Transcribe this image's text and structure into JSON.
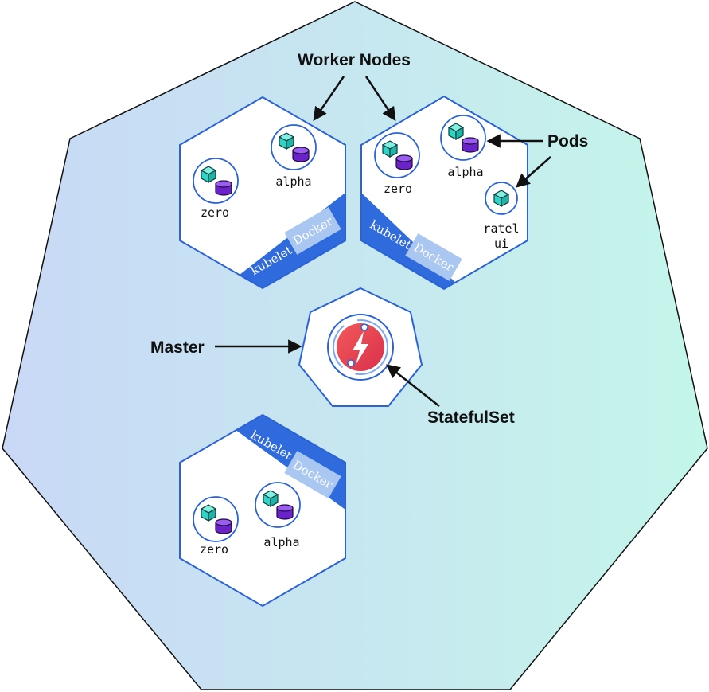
{
  "callouts": {
    "worker_nodes": "Worker Nodes",
    "pods": "Pods",
    "master": "Master",
    "statefulset": "StatefulSet"
  },
  "node_band": {
    "kubelet": "kubelet",
    "docker": "Docker"
  },
  "worker_nodes": [
    {
      "pods": [
        {
          "label": "zero"
        },
        {
          "label": "alpha"
        }
      ]
    },
    {
      "pods": [
        {
          "label": "zero"
        },
        {
          "label": "alpha"
        },
        {
          "label": "ratel",
          "label2": "ui"
        }
      ]
    },
    {
      "pods": [
        {
          "label": "zero"
        },
        {
          "label": "alpha"
        }
      ]
    }
  ],
  "colors": {
    "cluster_fill_left": "#c7d9f5",
    "cluster_fill_right": "#c6f5ea",
    "node_stroke": "#2b63d6",
    "band_fill": "#2f6bdd",
    "docker_fill": "#a9c7f0",
    "cube": "#2ed5c6",
    "cylinder": "#7b2fd6",
    "logo_red": "#e8374a",
    "logo_ring": "#2b63d6"
  },
  "icons": [
    "cube-icon",
    "database-cylinder-icon",
    "dgraph-logo-icon",
    "arrow-icon"
  ]
}
